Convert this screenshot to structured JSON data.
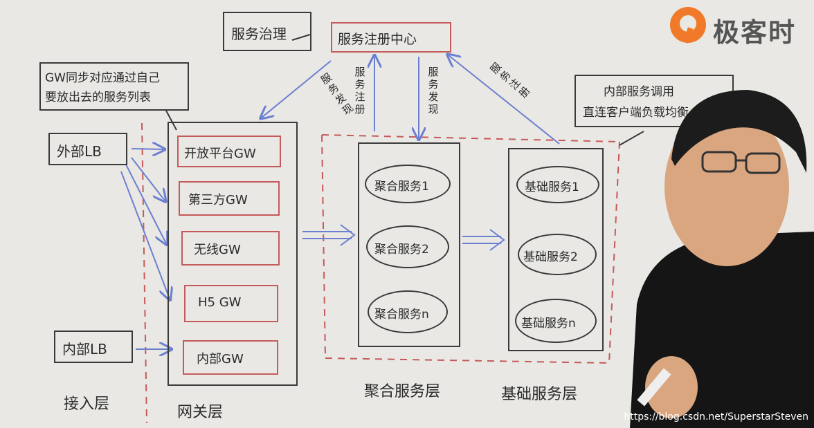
{
  "logo": {
    "text": "极客时间",
    "icon": "geektime-logo-icon",
    "color": "#f07a2a"
  },
  "notes": {
    "governance": "服务治理",
    "gw_sync": [
      "GW同步对应通过自己",
      "要放出去的服务列表"
    ],
    "internal_call": [
      "内部服务调用",
      "直连客户端负载均衡"
    ]
  },
  "registry": {
    "label": "服务注册中心"
  },
  "arrow_labels": {
    "service_discovery_left": "服务发现",
    "service_register_left": "服务注册",
    "service_discovery_mid": "服务发现",
    "service_register_right": "服务注册"
  },
  "lb": {
    "external": "外部LB",
    "internal": "内部LB"
  },
  "gateways": [
    "开放平台GW",
    "第三方GW",
    "无线GW",
    "H5 GW",
    "内部GW"
  ],
  "aggregate_services": [
    "聚合服务1",
    "聚合服务2",
    "聚合服务n"
  ],
  "base_services": [
    "基础服务1",
    "基础服务2",
    "基础服务n"
  ],
  "layers": {
    "access": "接入层",
    "gateway": "网关层",
    "aggregate": "聚合服务层",
    "base": "基础服务层"
  },
  "watermark": "https://blog.csdn.net/SuperstarSteven",
  "colors": {
    "red": "#c55a5a",
    "blue": "#6b7fd1",
    "ink": "#3a3a3a"
  }
}
